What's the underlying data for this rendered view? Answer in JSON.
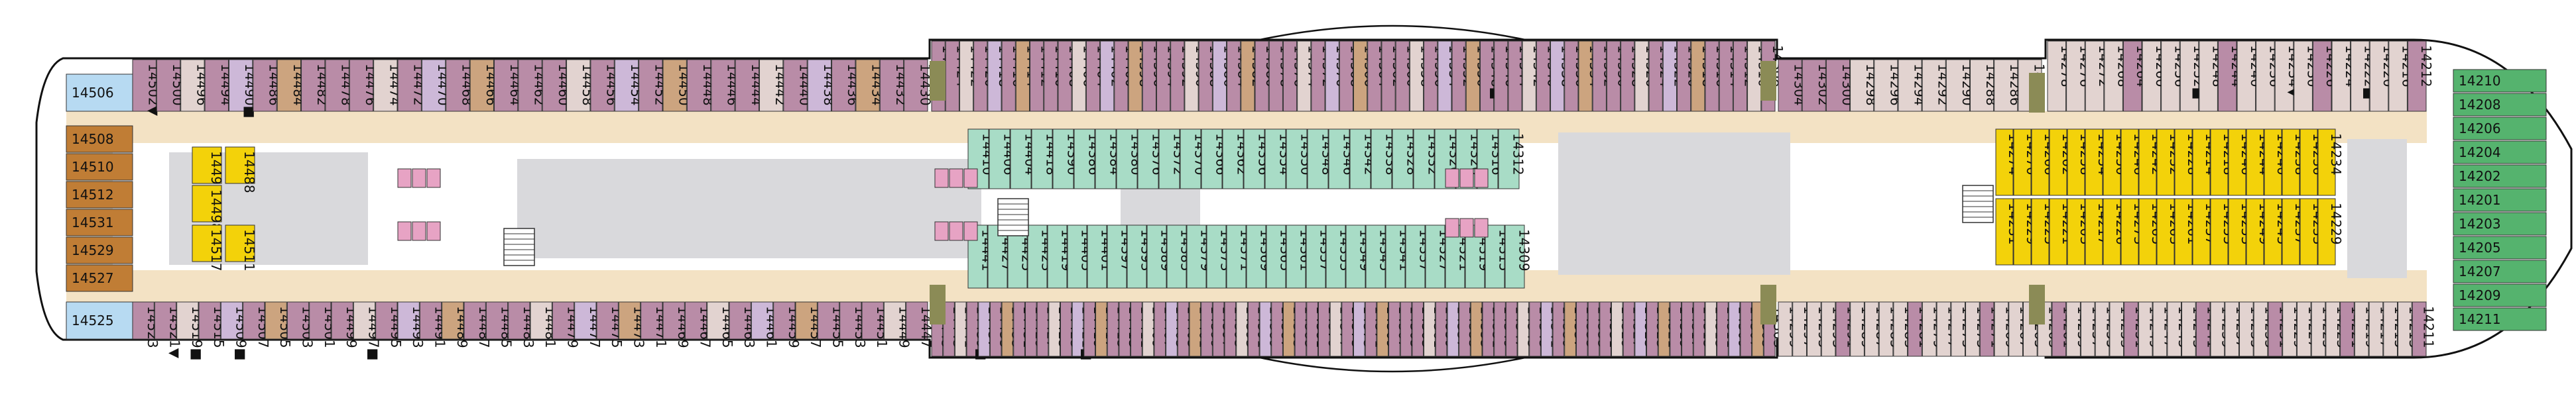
{
  "colors": {
    "background": "#ffffff",
    "hull_fill": "#ffffff",
    "hull_stroke": "#111111",
    "corridor": "#f3e2c4",
    "atrium": "#d9d9dc",
    "cabin_light": "#e2d3d0",
    "cabin_mauve": "#b98ca7",
    "cabin_purple": "#cdb8d8",
    "cabin_tan": "#cca47f",
    "cabin_teal": "#a8dcc6",
    "cabin_yellow": "#f3d20a",
    "cabin_orange": "#c07d35",
    "cabin_green": "#55b36e",
    "cabin_blue": "#b7daf2",
    "service_olive": "#8b8b56",
    "service_gray": "#8f8f8f",
    "elevator_pink": "#e7a3c4",
    "stair_gray": "#ffffff"
  },
  "legend_icons": {
    "stair": "stair-icon",
    "elevator": "elevator-icon",
    "accessible": "accessible-cabin-icon",
    "connecting": "connecting-marker-icon"
  },
  "rows": {
    "top_left_aft": [
      "14502▼",
      "14500",
      "14496",
      "14494",
      "14490■",
      "14486",
      "14484",
      "14482",
      "14478",
      "14476",
      "14474",
      "14472",
      "14470",
      "14468",
      "14466",
      "14464",
      "14462",
      "14460",
      "14458",
      "14456",
      "14454",
      "14452",
      "14450",
      "14448",
      "14446",
      "14444",
      "14442",
      "14440",
      "14438",
      "14436",
      "14434",
      "14432",
      "14430"
    ],
    "top_mid": [
      "14426",
      "14424",
      "14422",
      "14420",
      "14418",
      "14416",
      "14414",
      "14412",
      "14410",
      "14408",
      "14406",
      "14404",
      "14402",
      "14400",
      "14398",
      "14396",
      "14394",
      "14392",
      "14390",
      "14388",
      "14386",
      "14384",
      "14382",
      "14380",
      "14378",
      "14376",
      "14374",
      "14372",
      "14370",
      "14368",
      "14366",
      "14364",
      "14362",
      "14360",
      "14358",
      "14356",
      "14354",
      "14352",
      "14350",
      "14348■",
      "14346",
      "14344",
      "14342",
      "14340",
      "14338",
      "14336",
      "14334",
      "14332",
      "14330",
      "14328",
      "14326",
      "14324",
      "14322",
      "14320",
      "14318",
      "14316*",
      "14314",
      "14312",
      "14310",
      "14308"
    ],
    "top_fwd": [
      "14304",
      "14302",
      "14300",
      "14298",
      "14296",
      "14294",
      "14292",
      "14290",
      "14288",
      "14286",
      "14284"
    ],
    "top_bow": [
      "14278",
      "14276",
      "14272",
      "14268",
      "14264",
      "14260",
      "14256",
      "14252■",
      "14248",
      "14244",
      "14240",
      "14236",
      "14234▼",
      "14230",
      "14226",
      "14224",
      "14222■",
      "14220",
      "14216",
      "14212"
    ],
    "bottom_left_aft": [
      "14523",
      "14521▼",
      "14519■",
      "14515",
      "14509■",
      "14507",
      "14505",
      "14503",
      "14501",
      "14499",
      "14497■",
      "14495",
      "14493",
      "14491",
      "14489",
      "14487",
      "14485",
      "14483",
      "14481",
      "14479",
      "14477",
      "14475",
      "14473",
      "14471",
      "14469",
      "14467",
      "14465",
      "14463",
      "14461",
      "14459",
      "14457",
      "14455",
      "14453",
      "14451",
      "14449",
      "14447"
    ],
    "bottom_mid": [
      "14445",
      "14443",
      "14441",
      "14439■",
      "14437",
      "14435",
      "14433",
      "14431",
      "14429",
      "14427",
      "14425",
      "14423",
      "14421■",
      "14419",
      "14417",
      "14415",
      "14413",
      "14411",
      "14409",
      "14407",
      "14405",
      "14403",
      "14401",
      "14399",
      "14397",
      "14395",
      "14393",
      "14391",
      "14389",
      "14387",
      "14385",
      "14383",
      "14381",
      "14379",
      "14377",
      "14375",
      "14373",
      "14371",
      "14369",
      "14367",
      "14365",
      "14363",
      "14361",
      "14359",
      "14357",
      "14355",
      "14353",
      "14351",
      "14349",
      "14347",
      "14345",
      "14343",
      "14341",
      "14339",
      "14337",
      "14335",
      "14333",
      "14331",
      "14329",
      "14327",
      "14325",
      "14323",
      "14321",
      "14319",
      "14317",
      "14315",
      "14313",
      "14311",
      "14309",
      "14307",
      "14305",
      "14303"
    ],
    "bottom_fwd": [
      "14299",
      "14297",
      "14295",
      "14293",
      "14291",
      "14289",
      "14287",
      "14285",
      "14283",
      "14281",
      "14279",
      "14277",
      "14275",
      "14273",
      "14271",
      "14269",
      "14267",
      "14265",
      "14263",
      "14261",
      "14259",
      "14257",
      "14255",
      "14253",
      "14251",
      "14249",
      "14247",
      "14245",
      "14243",
      "14241",
      "14239",
      "14237",
      "14235",
      "14233",
      "14231",
      "14229",
      "14227",
      "14225",
      "14223",
      "14221",
      "14219",
      "14217",
      "14215",
      "14213",
      "14211"
    ],
    "aft_stern": [
      "14508",
      "14510",
      "14512",
      "14531",
      "14529",
      "14527"
    ],
    "stern_top": "14506",
    "stern_bottom": "14525",
    "bow_right": [
      "14210",
      "14208",
      "14206",
      "14204",
      "14202",
      "14201",
      "14203",
      "14205",
      "14207",
      "14209",
      "14211"
    ],
    "inner_aft_yellow": [
      "14492",
      "14488",
      "14498",
      "14517",
      "14511"
    ],
    "inner_mid_teal_top": [
      "14410",
      "14406",
      "14404",
      "14418",
      "14390",
      "14386",
      "14384",
      "14380",
      "14376",
      "14372",
      "14370",
      "14366",
      "14362",
      "14356",
      "14354",
      "14350",
      "14348",
      "14346",
      "14342",
      "14338",
      "14328",
      "14332",
      "14326",
      "14320",
      "14316",
      "14312"
    ],
    "inner_mid_teal_bottom": [
      "14441",
      "14427",
      "14425",
      "14423",
      "14419",
      "14405",
      "14401",
      "14397",
      "14393",
      "14389",
      "14385",
      "14379",
      "14373",
      "14371",
      "14369",
      "14365",
      "14361",
      "14357",
      "14353",
      "14349",
      "14345",
      "14341",
      "14337",
      "14327",
      "14321",
      "14319",
      "14315",
      "14309"
    ],
    "inner_fwd_yellow": [
      "14274",
      "14270",
      "14266",
      "14262",
      "14258",
      "14254",
      "14250",
      "14246",
      "14242",
      "14232",
      "14228",
      "14214",
      "14218",
      "14246",
      "14244",
      "14240",
      "14238",
      "14236",
      "14234",
      "14231",
      "14229",
      "14225",
      "14221",
      "14203",
      "14217",
      "14226",
      "14273",
      "14265",
      "14263",
      "14261",
      "14257",
      "14255",
      "14253",
      "14249",
      "14245",
      "14237",
      "14233",
      "14229"
    ]
  }
}
